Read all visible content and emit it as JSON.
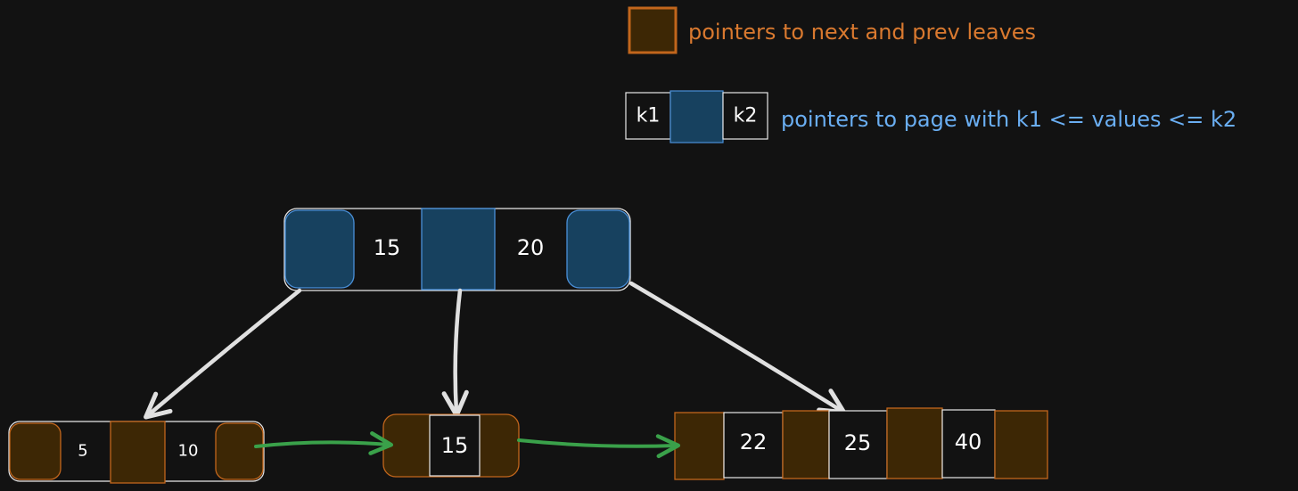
{
  "legend": {
    "leaf_pointer_label": "pointers to next and prev leaves",
    "key1_label": "k1",
    "key2_label": "k2",
    "page_pointer_label": "pointers to page with k1 <= values <= k2"
  },
  "root": {
    "keys": [
      "15",
      "20"
    ]
  },
  "leaves": [
    {
      "keys": [
        "5",
        "10"
      ]
    },
    {
      "keys": [
        "15"
      ]
    },
    {
      "keys": [
        "22",
        "25",
        "40"
      ]
    }
  ],
  "colors": {
    "background": "#121212",
    "leaf_pointer_fill": "#3d2705",
    "leaf_pointer_stroke": "#c2661c",
    "page_pointer_fill": "#17415f",
    "page_pointer_stroke": "#4a90d9",
    "leaf_label": "#d9792f",
    "page_label": "#6aaef2",
    "child_arrow": "#e0e0e0",
    "sibling_arrow": "#3aa14a",
    "key_border": "#e8e8e8"
  }
}
